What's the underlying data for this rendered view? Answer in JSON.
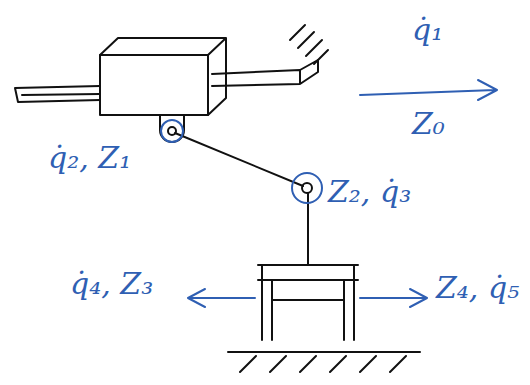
{
  "diagram": {
    "labels": [
      "q̇₁",
      "Z₀",
      "q̇₂, Z₁",
      "Z₂, q̇₃",
      "q̇₄, Z₃",
      "Z₄, q̇₅"
    ]
  }
}
